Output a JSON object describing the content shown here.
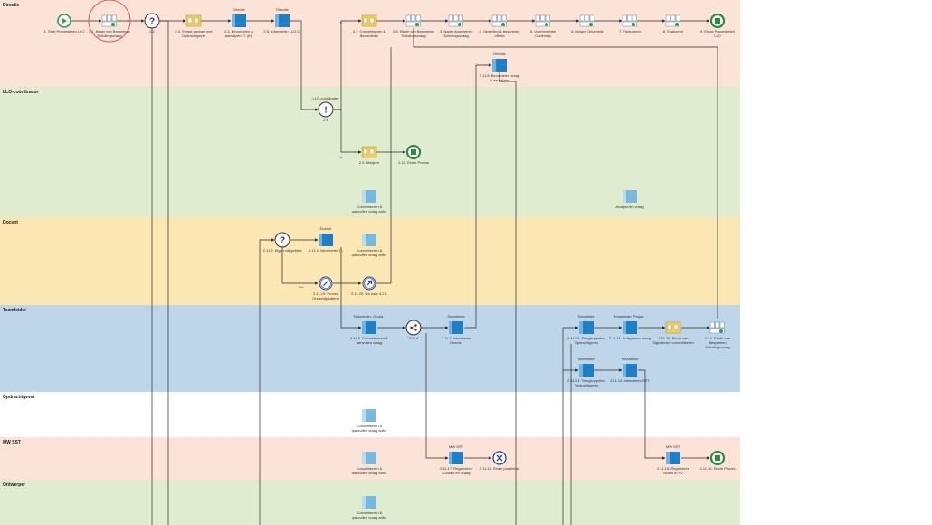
{
  "lanes": [
    {
      "title": "Directie",
      "color": "#fbe3d8"
    },
    {
      "title": "LLO-coördinator",
      "color": "#e0eccf"
    },
    {
      "title": "Docent",
      "color": "#fbe7b3"
    },
    {
      "title": "Teamleider",
      "color": "#bfd5ea"
    },
    {
      "title": "Opdrachtgever",
      "color": "#ffffff"
    },
    {
      "title": "MW SST",
      "color": "#fbe3d8"
    },
    {
      "title": "Ontwerper",
      "color": "#e0eccf"
    }
  ],
  "nodes": [
    {
      "id": "n1",
      "icon": "start-event-icon",
      "label": "1. Start Procesketen LLO",
      "role": ""
    },
    {
      "id": "n2",
      "icon": "subprocess-icon",
      "label": "2.1. Begin van Bespreken Scholingsvraag",
      "role": ""
    },
    {
      "id": "n3",
      "icon": "gateway-question-icon",
      "label": "2.2",
      "role": ""
    },
    {
      "id": "n4",
      "icon": "folder-task-icon",
      "label": "2.3. Eerste contact met Opdrachtgever",
      "role": ""
    },
    {
      "id": "n5",
      "icon": "task-icon",
      "label": "2.4. Beoordelen & aanwijzen Tl. (trf)",
      "role": "Directie"
    },
    {
      "id": "n6",
      "icon": "task-icon",
      "label": "2.5. Informeren LLO C.",
      "role": "Directie"
    },
    {
      "id": "n7",
      "icon": "folder-task-icon",
      "label": "2.7. Concretiseren & Beoordelen",
      "role": ""
    },
    {
      "id": "n8",
      "icon": "subprocess-icon",
      "label": "2.8. Einde van Bespreken Scholingsvraag",
      "role": ""
    },
    {
      "id": "n9",
      "icon": "subprocess-icon",
      "label": "3. Nader Analyseren Scholingsvraag",
      "role": ""
    },
    {
      "id": "n10",
      "icon": "subprocess-icon",
      "label": "4. Opstellen & bespreken offerte",
      "role": ""
    },
    {
      "id": "n11",
      "icon": "subprocess-icon",
      "label": "5. Voorbereiden Onderwijs",
      "role": ""
    },
    {
      "id": "n12",
      "icon": "subprocess-icon",
      "label": "6. Volgen Onderwijs",
      "role": ""
    },
    {
      "id": "n13",
      "icon": "subprocess-icon",
      "label": "7. Factureren",
      "role": ""
    },
    {
      "id": "n14",
      "icon": "subprocess-icon",
      "label": "8. Evalueren",
      "role": ""
    },
    {
      "id": "n15",
      "icon": "end-event-icon",
      "label": "9. Einde Procesketen LLO",
      "role": ""
    },
    {
      "id": "n16",
      "icon": "task-icon",
      "label": "2.11.8. Beoordelen vraag & aanwijzen",
      "role": "Directie"
    },
    {
      "id": "n17",
      "icon": "gateway-exclamation-icon",
      "label": "2.6",
      "role": "LLO-coördinator"
    },
    {
      "id": "n18",
      "icon": "folder-task-icon",
      "label": "2.9. Afwijzen",
      "role": ""
    },
    {
      "id": "n19",
      "icon": "end-event-icon",
      "label": "2.10. Einde Proces",
      "role": ""
    },
    {
      "id": "n20",
      "icon": "data-object-icon",
      "label": "Concretiseren & aanvullen vraag adhv",
      "role": ""
    },
    {
      "id": "n21",
      "icon": "data-object-icon",
      "label": "Analyseren vraag",
      "role": ""
    },
    {
      "id": "n22",
      "icon": "gateway-question-icon",
      "label": "2.11.3. Eigen vakgebied",
      "role": ""
    },
    {
      "id": "n23",
      "icon": "task-icon",
      "label": "2.11.4. Informeren TL",
      "role": "Docent"
    },
    {
      "id": "n24",
      "icon": "data-object-icon",
      "label": "Concretiseren & aanvullen vraag adhv",
      "role": ""
    },
    {
      "id": "n25",
      "icon": "link-event-icon",
      "label": "2.11.19. Proces Onderwijskalend",
      "role": ""
    },
    {
      "id": "n26",
      "icon": "link-throw-icon",
      "label": "2.11.20. Ga naar 4.2.1",
      "role": ""
    },
    {
      "id": "n27",
      "icon": "task-icon",
      "label": "2.11.5. Concretiseren & aanvullen vraag",
      "role": "Teamleider, Opdra.."
    },
    {
      "id": "n28",
      "icon": "share-gateway-icon",
      "label": "2.11.6",
      "role": ""
    },
    {
      "id": "n29",
      "icon": "task-icon",
      "label": "2.11.7. Informeren Directie",
      "role": "Teamleider"
    },
    {
      "id": "n30",
      "icon": "task-icon",
      "label": "2.11.10. Terugkoppelen Opdrachtgever",
      "role": "Teamleider"
    },
    {
      "id": "n31",
      "icon": "task-icon",
      "label": "2.11.11. Analyseren vraag",
      "role": "Teamleider, Projec.."
    },
    {
      "id": "n32",
      "icon": "folder-task-icon",
      "label": "2.11.12. Einde van Signaleren/ concretiseren",
      "role": ""
    },
    {
      "id": "n33",
      "icon": "subprocess-icon",
      "label": "2.12. Einde van Bespreken Scholingsvraag",
      "role": ""
    },
    {
      "id": "n34",
      "icon": "task-icon",
      "label": "2.11.13. Terugkoppelen Opdrachtgever",
      "role": "Teamleider"
    },
    {
      "id": "n35",
      "icon": "task-icon",
      "label": "2.11.14. Informeren SST",
      "role": "Teamleider"
    },
    {
      "id": "n36",
      "icon": "data-object-icon",
      "label": "Concretiseren & aanvullen vraag adhv",
      "role": ""
    },
    {
      "id": "n37",
      "icon": "task-icon",
      "label": "2.11.17. Registreren Contact en Vraag",
      "role": "MW SST"
    },
    {
      "id": "n38",
      "icon": "cancel-end-icon",
      "label": "2.11.18. Einde parallellak",
      "role": ""
    },
    {
      "id": "n39",
      "icon": "task-icon",
      "label": "2.11.15. Registreren nodes in PV",
      "role": "MW SST"
    },
    {
      "id": "n40",
      "icon": "end-event-icon",
      "label": "2.11.16. Einde Proces",
      "role": ""
    },
    {
      "id": "n41",
      "icon": "data-object-icon",
      "label": "Concretiseren & aanvullen vraag adhv",
      "role": ""
    },
    {
      "id": "n42",
      "icon": "data-object-icon",
      "label": "Concretiseren & aanvullen vraag adhv",
      "role": ""
    }
  ],
  "flow_labels": {
    "yes": "Ja",
    "no": "Nee"
  },
  "colors": {
    "task": "#1f7fc4",
    "event_start": "#2ea043",
    "event_end": "#2e8b3e",
    "line": "#2a2a2a",
    "highlight": "#e05555"
  }
}
